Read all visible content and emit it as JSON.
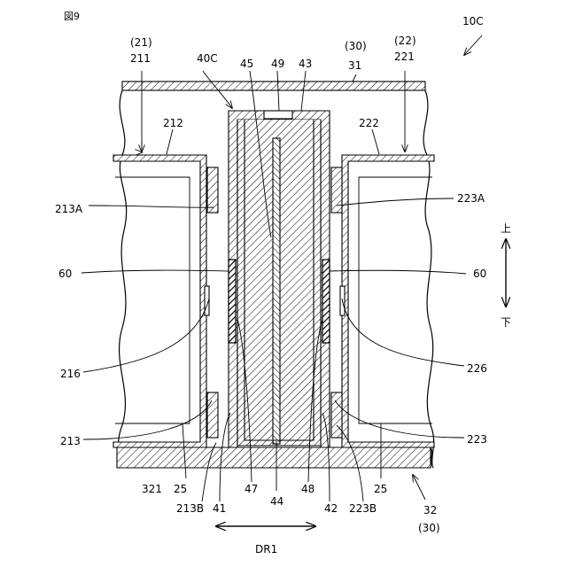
{
  "figure": {
    "title": "図9",
    "ref": "10C"
  },
  "labels": {
    "l21": "(21)",
    "l211": "211",
    "l40c": "40C",
    "l45": "45",
    "l49": "49",
    "l43": "43",
    "l30a": "(30)",
    "l31": "31",
    "l22": "(22)",
    "l221": "221",
    "l212": "212",
    "l222": "222",
    "l213a": "213A",
    "l223a": "223A",
    "up": "上",
    "down": "下",
    "l60a": "60",
    "l60b": "60",
    "l216": "216",
    "l226": "226",
    "l213": "213",
    "l223": "223",
    "l321": "321",
    "l25a": "25",
    "l213b": "213B",
    "l41": "41",
    "l47": "47",
    "l44": "44",
    "l48": "48",
    "l42": "42",
    "l223b": "223B",
    "l25b": "25",
    "l32": "32",
    "l30b": "(30)",
    "dr1": "DR1"
  }
}
